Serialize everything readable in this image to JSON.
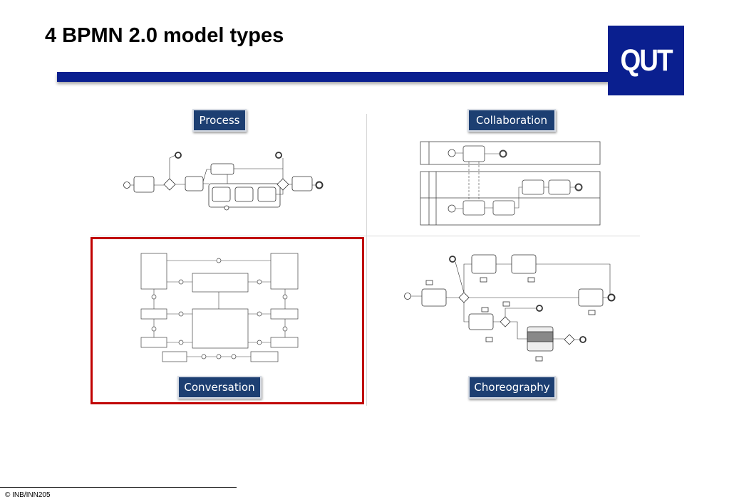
{
  "slide": {
    "title": "4 BPMN 2.0 model types",
    "logo_text": "QUT",
    "footer": "© INB/INN205"
  },
  "quadrants": {
    "process": "Process",
    "collaboration": "Collaboration",
    "conversation": "Conversation",
    "choreography": "Choreography"
  },
  "colors": {
    "title_bar": "#0a1f8f",
    "label_bg": "#1d3f72",
    "highlight": "#c00000"
  }
}
